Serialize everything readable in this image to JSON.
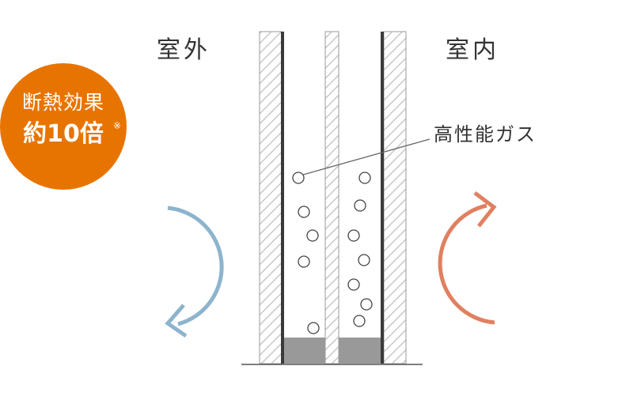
{
  "labels": {
    "outdoor": "室外",
    "indoor": "室内",
    "gas": "高性能ガス"
  },
  "badge": {
    "line1": "断熱効果",
    "line2": "約10倍",
    "note": "※",
    "color": "#e87400"
  },
  "colors": {
    "outdoor_arrow": "#8db4cd",
    "indoor_arrow": "#e08060",
    "spacer": "#999999",
    "glass_edge": "#3a3a3a",
    "hatch": "#c8c8c8"
  },
  "icons": {
    "outdoor_arrow": "curved-arrow-down-left-icon",
    "indoor_arrow": "curved-arrow-up-right-icon"
  }
}
